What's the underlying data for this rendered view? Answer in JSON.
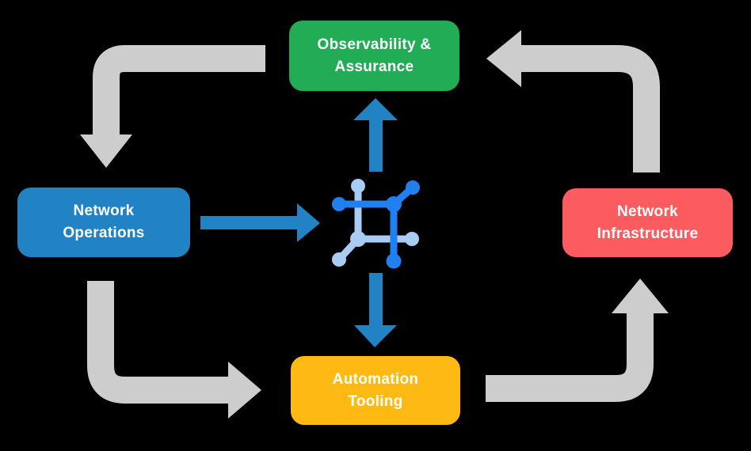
{
  "diagram": {
    "background_color": "#000000",
    "nodes": {
      "observability": {
        "label": "Observability &\nAssurance",
        "color": "#21AC55",
        "text_color": "#FFFFFF"
      },
      "operations": {
        "label": "Network\nOperations",
        "color": "#2183C4",
        "text_color": "#FFFFFF"
      },
      "infrastructure": {
        "label": "Network\nInfrastructure",
        "color": "#FC5B5F",
        "text_color": "#FFFFFF"
      },
      "automation": {
        "label": "Automation\nTooling",
        "color": "#FEB912",
        "text_color": "#FFFFFF"
      }
    },
    "center_icon": {
      "name": "network-mesh-icon",
      "color_primary": "#2080F0",
      "color_secondary": "#A9CCF5"
    },
    "arrows": {
      "gray_color": "#CDCDCD",
      "blue_color": "#2183C4",
      "cycle": [
        {
          "from": "Observability & Assurance",
          "to": "Network Operations"
        },
        {
          "from": "Network Operations",
          "to": "Automation Tooling"
        },
        {
          "from": "Automation Tooling",
          "to": "Network Infrastructure"
        },
        {
          "from": "Network Infrastructure",
          "to": "Observability & Assurance"
        }
      ],
      "center_links": [
        {
          "from": "Network Operations",
          "to": "center icon"
        },
        {
          "from": "center icon",
          "to": "Observability & Assurance"
        },
        {
          "from": "center icon",
          "to": "Automation Tooling"
        }
      ]
    }
  }
}
